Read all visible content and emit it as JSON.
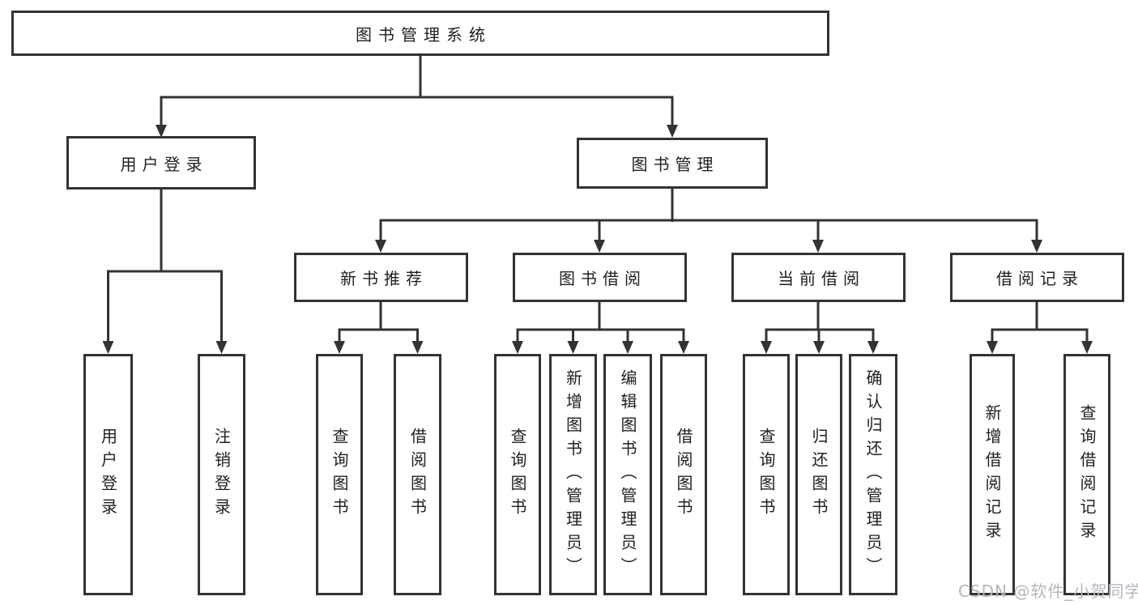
{
  "diagram_title": "图书管理系统",
  "tree": {
    "root": {
      "label": "图书管理系统"
    },
    "children": [
      {
        "id": "user-login",
        "label": "用户登录",
        "children": [
          {
            "label": "用户登录"
          },
          {
            "label": "注销登录"
          }
        ]
      },
      {
        "id": "book-management",
        "label": "图书管理",
        "children": [
          {
            "id": "new-book-recommend",
            "label": "新书推荐",
            "children": [
              {
                "label": "查询图书"
              },
              {
                "label": "借阅图书"
              }
            ]
          },
          {
            "id": "book-borrow",
            "label": "图书借阅",
            "children": [
              {
                "label": "查询图书"
              },
              {
                "label": "新增图书（管理员）"
              },
              {
                "label": "编辑图书（管理员）"
              },
              {
                "label": "借阅图书"
              }
            ]
          },
          {
            "id": "current-borrow",
            "label": "当前借阅",
            "children": [
              {
                "label": "查询图书"
              },
              {
                "label": "归还图书"
              },
              {
                "label": "确认归还（管理员）"
              }
            ]
          },
          {
            "id": "borrow-records",
            "label": "借阅记录",
            "children": [
              {
                "label": "新增借阅记录"
              },
              {
                "label": "查询借阅记录"
              }
            ]
          }
        ]
      }
    ]
  },
  "watermark": {
    "text": "CSDN @软件_小贺同学"
  },
  "colors": {
    "line": "#333333",
    "text": "#1f1f1f",
    "watermark": "#b3b7bc",
    "background": "#ffffff"
  }
}
